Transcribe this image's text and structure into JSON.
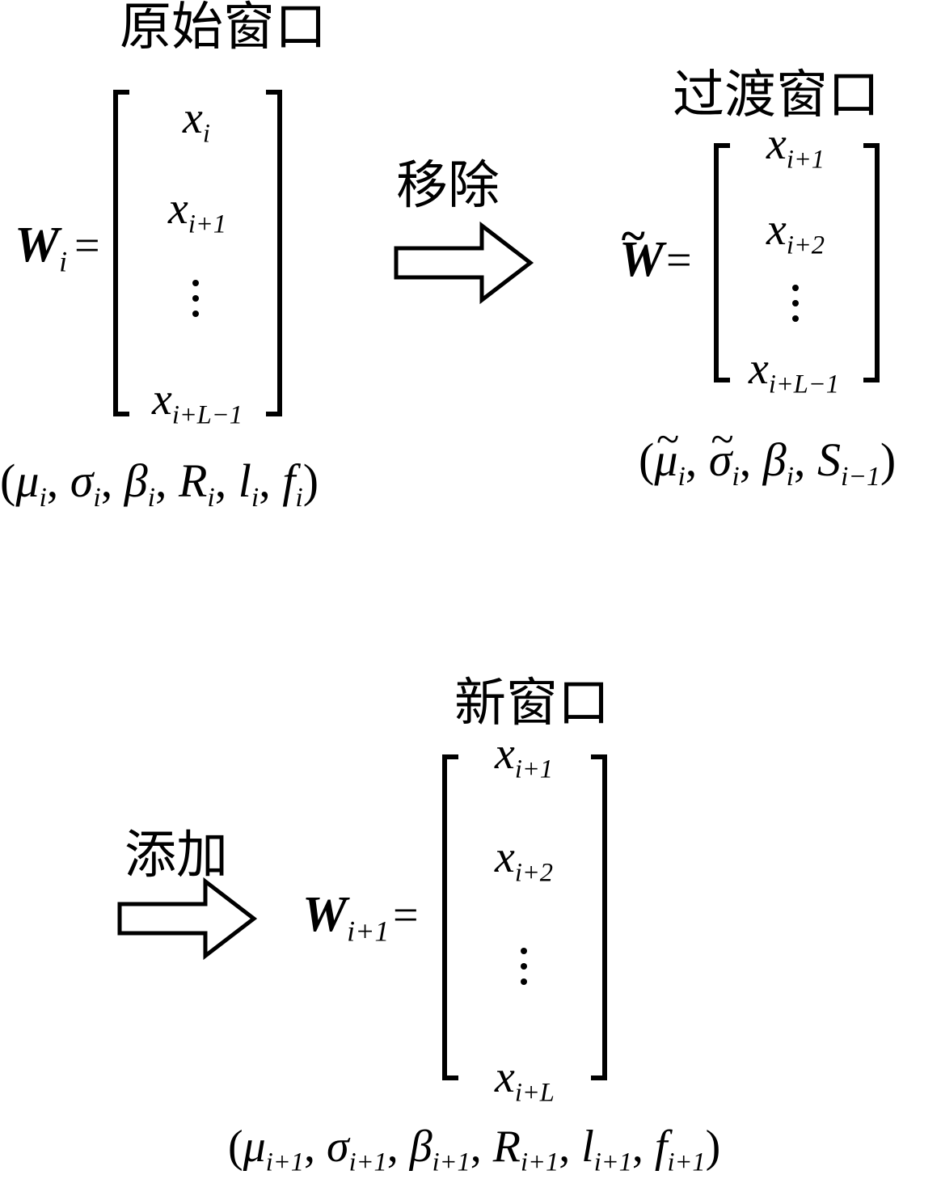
{
  "original_window": {
    "title": "原始窗口",
    "lhs_symbol": "W",
    "lhs_sub": "i",
    "entries": [
      {
        "base": "x",
        "sub": "i"
      },
      {
        "base": "x",
        "sub": "i+1"
      },
      {
        "base": "x",
        "sub": "i+L−1"
      }
    ],
    "params": [
      {
        "sym": "μ",
        "sub": "i"
      },
      {
        "sym": "σ",
        "sub": "i"
      },
      {
        "sym": "β",
        "sub": "i"
      },
      {
        "sym": "R",
        "sub": "i"
      },
      {
        "sym": "l",
        "sub": "i"
      },
      {
        "sym": "f",
        "sub": "i"
      }
    ]
  },
  "remove_arrow": {
    "label": "移除"
  },
  "transition_window": {
    "title": "过渡窗口",
    "lhs_symbol": "W",
    "entries": [
      {
        "base": "x",
        "sub": "i+1"
      },
      {
        "base": "x",
        "sub": "i+2"
      },
      {
        "base": "x",
        "sub": "i+L−1"
      }
    ],
    "params": [
      {
        "sym": "μ",
        "sub": "i"
      },
      {
        "sym": "σ",
        "sub": "i"
      },
      {
        "sym": "β",
        "sub": "i"
      },
      {
        "sym": "S",
        "sub": "i−1"
      }
    ]
  },
  "add_arrow": {
    "label": "添加"
  },
  "new_window": {
    "title": "新窗口",
    "lhs_symbol": "W",
    "lhs_sub": "i+1",
    "entries": [
      {
        "base": "x",
        "sub": "i+1"
      },
      {
        "base": "x",
        "sub": "i+2"
      },
      {
        "base": "x",
        "sub": "i+L"
      }
    ],
    "params": [
      {
        "sym": "μ",
        "sub": "i+1"
      },
      {
        "sym": "σ",
        "sub": "i+1"
      },
      {
        "sym": "β",
        "sub": "i+1"
      },
      {
        "sym": "R",
        "sub": "i+1"
      },
      {
        "sym": "l",
        "sub": "i+1"
      },
      {
        "sym": "f",
        "sub": "i+1"
      }
    ]
  },
  "punct": {
    "eq": "=",
    "tilde": "~",
    "open": "(",
    "close": ")",
    "comma": ","
  }
}
